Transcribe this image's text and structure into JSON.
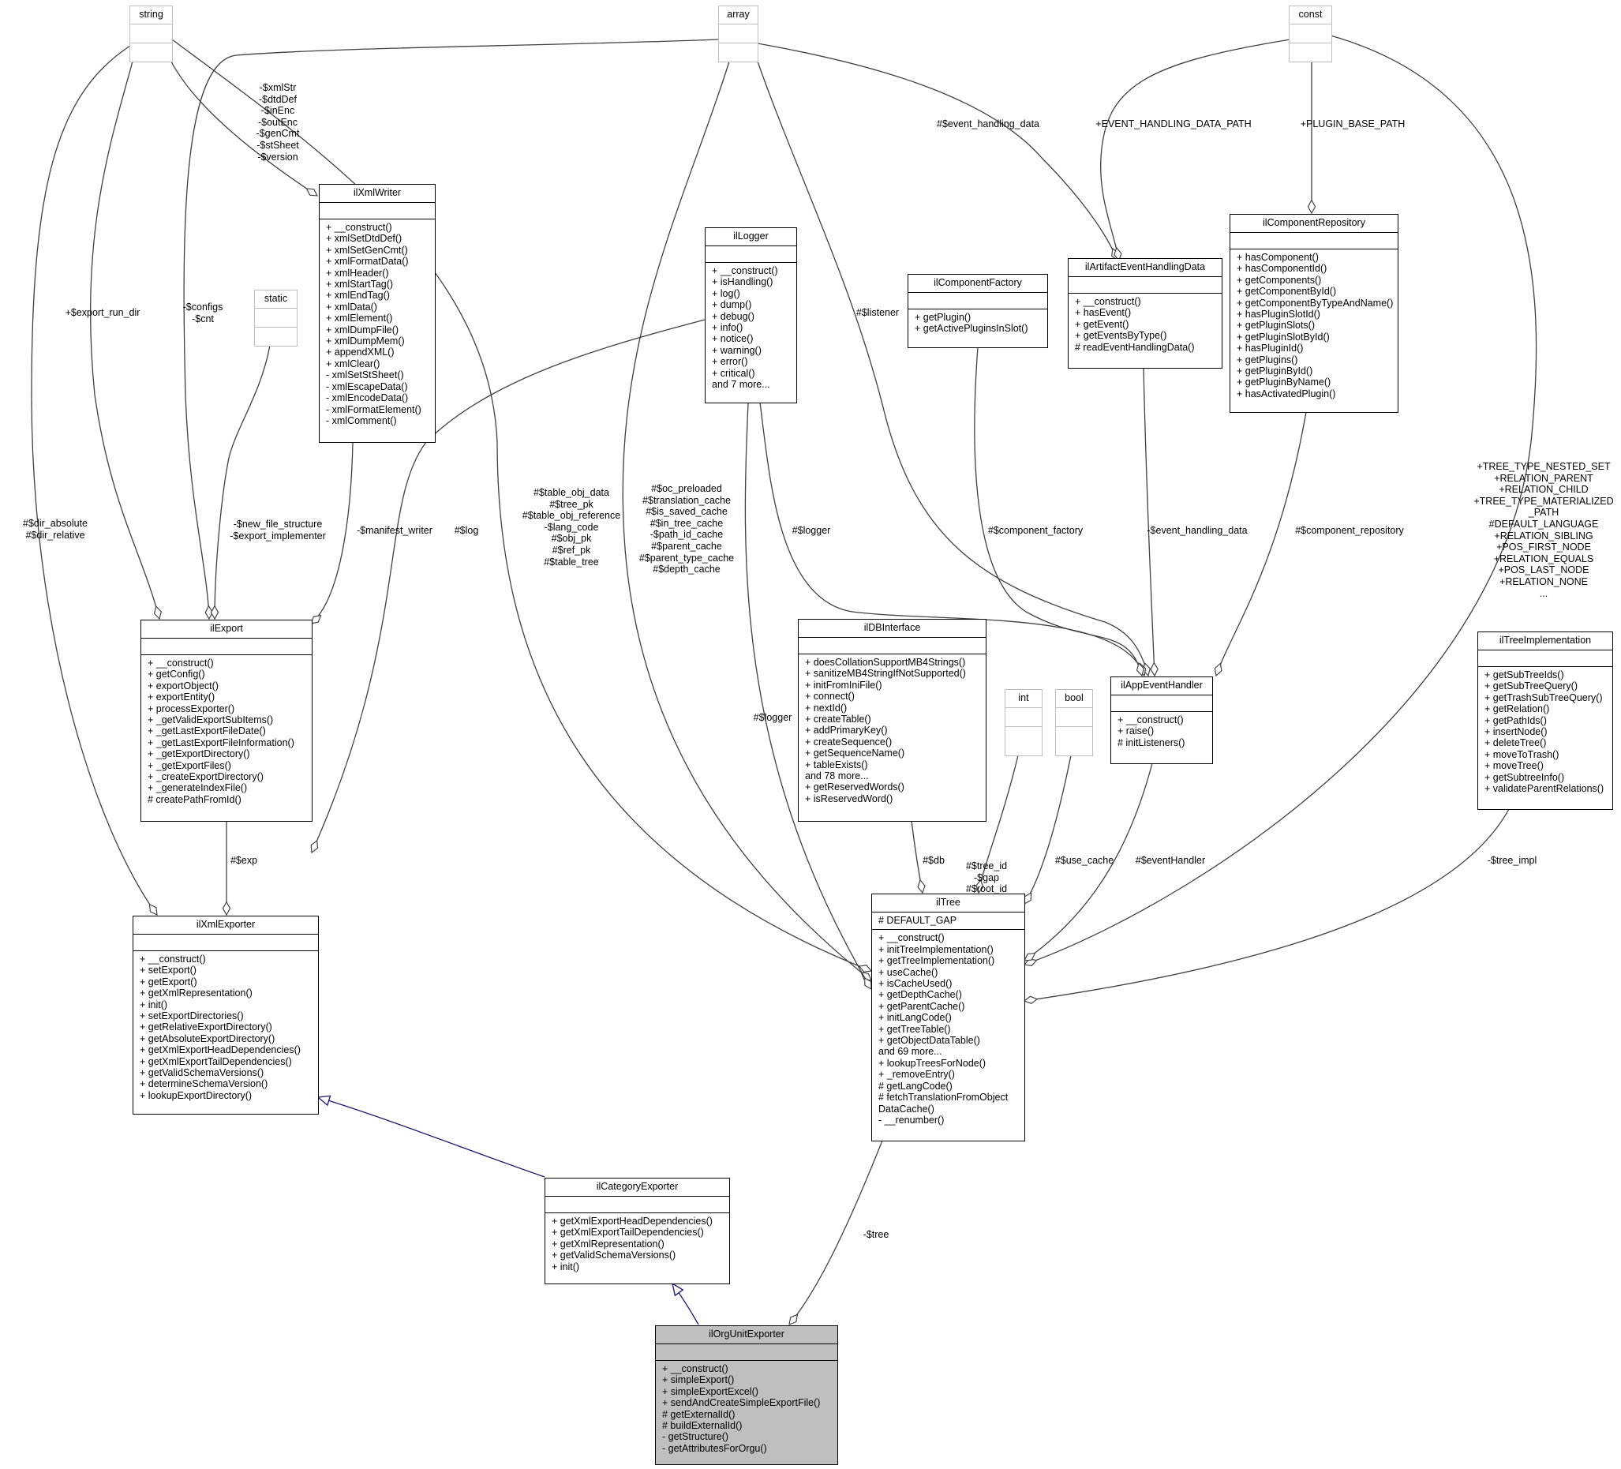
{
  "classes": [
    {
      "id": "string",
      "name": "string",
      "faint": true,
      "sections": [
        [],
        []
      ]
    },
    {
      "id": "array",
      "name": "array",
      "faint": true,
      "sections": [
        [],
        []
      ]
    },
    {
      "id": "const",
      "name": "const",
      "faint": true,
      "sections": [
        [],
        []
      ]
    },
    {
      "id": "static",
      "name": "static",
      "faint": true,
      "sections": [
        [],
        []
      ]
    },
    {
      "id": "int",
      "name": "int",
      "faint": true,
      "sections": [
        [],
        []
      ]
    },
    {
      "id": "bool",
      "name": "bool",
      "faint": true,
      "sections": [
        [],
        []
      ]
    },
    {
      "id": "ilXmlWriter",
      "name": "ilXmlWriter",
      "sections": [
        [],
        [
          "+ __construct()",
          "+ xmlSetDtdDef()",
          "+ xmlSetGenCmt()",
          "+ xmlFormatData()",
          "+ xmlHeader()",
          "+ xmlStartTag()",
          "+ xmlEndTag()",
          "+ xmlData()",
          "+ xmlElement()",
          "+ xmlDumpFile()",
          "+ xmlDumpMem()",
          "+ appendXML()",
          "+ xmlClear()",
          "- xmlSetStSheet()",
          "- xmlEscapeData()",
          "- xmlEncodeData()",
          "- xmlFormatElement()",
          "- xmlComment()"
        ]
      ]
    },
    {
      "id": "ilLogger",
      "name": "ilLogger",
      "sections": [
        [],
        [
          "+ __construct()",
          "+ isHandling()",
          "+ log()",
          "+ dump()",
          "+ debug()",
          "+ info()",
          "+ notice()",
          "+ warning()",
          "+ error()",
          "+ critical()",
          "and 7 more..."
        ]
      ]
    },
    {
      "id": "ilComponentFactory",
      "name": "ilComponentFactory",
      "sections": [
        [],
        [
          "+ getPlugin()",
          "+ getActivePluginsInSlot()"
        ]
      ]
    },
    {
      "id": "ilArtifactEventHandlingData",
      "name": "ilArtifactEventHandlingData",
      "sections": [
        [],
        [
          "+ __construct()",
          "+ hasEvent()",
          "+ getEvent()",
          "+ getEventsByType()",
          "# readEventHandlingData()"
        ]
      ]
    },
    {
      "id": "ilComponentRepository",
      "name": "ilComponentRepository",
      "sections": [
        [],
        [
          "+ hasComponent()",
          "+ hasComponentId()",
          "+ getComponents()",
          "+ getComponentById()",
          "+ getComponentByTypeAndName()",
          "+ hasPluginSlotId()",
          "+ getPluginSlots()",
          "+ getPluginSlotById()",
          "+ hasPluginId()",
          "+ getPlugins()",
          "+ getPluginById()",
          "+ getPluginByName()",
          "+ hasActivatedPlugin()"
        ]
      ]
    },
    {
      "id": "ilExport",
      "name": "ilExport",
      "sections": [
        [],
        [
          "+ __construct()",
          "+ getConfig()",
          "+ exportObject()",
          "+ exportEntity()",
          "+ processExporter()",
          "+ _getValidExportSubItems()",
          "+ _getLastExportFileDate()",
          "+ _getLastExportFileInformation()",
          "+ _getExportDirectory()",
          "+ _getExportFiles()",
          "+ _createExportDirectory()",
          "+ _generateIndexFile()",
          "# createPathFromId()"
        ]
      ]
    },
    {
      "id": "ilDBInterface",
      "name": "ilDBInterface",
      "sections": [
        [],
        [
          "+ doesCollationSupportMB4Strings()",
          "+ sanitizeMB4StringIfNotSupported()",
          "+ initFromIniFile()",
          "+ connect()",
          "+ nextId()",
          "+ createTable()",
          "+ addPrimaryKey()",
          "+ createSequence()",
          "+ getSequenceName()",
          "+ tableExists()",
          "and 78 more...",
          "+ getReservedWords()",
          "+ isReservedWord()"
        ]
      ]
    },
    {
      "id": "ilAppEventHandler",
      "name": "ilAppEventHandler",
      "sections": [
        [],
        [
          "+ __construct()",
          "+ raise()",
          "# initListeners()"
        ]
      ]
    },
    {
      "id": "ilTreeImplementation",
      "name": "ilTreeImplementation",
      "sections": [
        [],
        [
          "+ getSubTreeIds()",
          "+ getSubTreeQuery()",
          "+ getTrashSubTreeQuery()",
          "+ getRelation()",
          "+ getPathIds()",
          "+ insertNode()",
          "+ deleteTree()",
          "+ moveToTrash()",
          "+ moveTree()",
          "+ getSubtreeInfo()",
          "+ validateParentRelations()"
        ]
      ]
    },
    {
      "id": "ilXmlExporter",
      "name": "ilXmlExporter",
      "sections": [
        [],
        [
          "+ __construct()",
          "+ setExport()",
          "+ getExport()",
          "+ getXmlRepresentation()",
          "+ init()",
          "+ setExportDirectories()",
          "+ getRelativeExportDirectory()",
          "+ getAbsoluteExportDirectory()",
          "+ getXmlExportHeadDependencies()",
          "+ getXmlExportTailDependencies()",
          "+ getValidSchemaVersions()",
          "+ determineSchemaVersion()",
          "+ lookupExportDirectory()"
        ]
      ]
    },
    {
      "id": "ilTree",
      "name": "ilTree",
      "sections": [
        [
          "# DEFAULT_GAP"
        ],
        [
          "+ __construct()",
          "+ initTreeImplementation()",
          "+ getTreeImplementation()",
          "+ useCache()",
          "+ isCacheUsed()",
          "+ getDepthCache()",
          "+ getParentCache()",
          "+ initLangCode()",
          "+ getTreeTable()",
          "+ getObjectDataTable()",
          "and 69 more...",
          "+ lookupTreesForNode()",
          "+ _removeEntry()",
          "# getLangCode()",
          "# fetchTranslationFromObject",
          "DataCache()",
          "- __renumber()"
        ]
      ]
    },
    {
      "id": "ilCategoryExporter",
      "name": "ilCategoryExporter",
      "sections": [
        [],
        [
          "+ getXmlExportHeadDependencies()",
          "+ getXmlExportTailDependencies()",
          "+ getXmlRepresentation()",
          "+ getValidSchemaVersions()",
          "+ init()"
        ]
      ]
    },
    {
      "id": "ilOrgUnitExporter",
      "name": "ilOrgUnitExporter",
      "focus": true,
      "sections": [
        [],
        [
          "+ __construct()",
          "+ simpleExport()",
          "+ simpleExportExcel()",
          "+ sendAndCreateSimpleExportFile()",
          "# getExternalId()",
          "# buildExternalId()",
          "- getStructure()",
          "- getAttributesForOrgu()"
        ]
      ]
    }
  ],
  "edge_labels": [
    {
      "id": "xmlwriter_string",
      "lines": [
        "-$xmlStr",
        "-$dtdDef",
        "-$inEnc",
        "-$outEnc",
        "-$genCmt",
        "-$stSheet",
        "-$version"
      ]
    },
    {
      "id": "export_run_dir",
      "lines": [
        "+$export_run_dir"
      ]
    },
    {
      "id": "configs",
      "lines": [
        "-$configs",
        "-$cnt"
      ]
    },
    {
      "id": "new_file",
      "lines": [
        "-$new_file_structure",
        "-$export_implementer"
      ]
    },
    {
      "id": "manifest",
      "lines": [
        "-$manifest_writer"
      ]
    },
    {
      "id": "dir",
      "lines": [
        "#$dir_absolute",
        "#$dir_relative"
      ]
    },
    {
      "id": "log",
      "lines": [
        "#$log"
      ]
    },
    {
      "id": "exp",
      "lines": [
        "#$exp"
      ]
    },
    {
      "id": "table_obj",
      "lines": [
        "#$table_obj_data",
        "#$tree_pk",
        "#$table_obj_reference",
        "-$lang_code",
        "#$obj_pk",
        "#$ref_pk",
        "#$table_tree"
      ]
    },
    {
      "id": "caches",
      "lines": [
        "#$oc_preloaded",
        "#$translation_cache",
        "#$is_saved_cache",
        "#$in_tree_cache",
        "-$path_id_cache",
        "#$parent_cache",
        "#$parent_type_cache",
        "#$depth_cache"
      ]
    },
    {
      "id": "logger_tree",
      "lines": [
        "#$logger"
      ]
    },
    {
      "id": "logger_app",
      "lines": [
        "#$logger"
      ]
    },
    {
      "id": "listener",
      "lines": [
        "#$listener"
      ]
    },
    {
      "id": "event_handling_data_hash",
      "lines": [
        "#$event_handling_data"
      ]
    },
    {
      "id": "event_path",
      "lines": [
        "+EVENT_HANDLING_DATA_PATH"
      ]
    },
    {
      "id": "plugin_path",
      "lines": [
        "+PLUGIN_BASE_PATH"
      ]
    },
    {
      "id": "component_factory",
      "lines": [
        "#$component_factory"
      ]
    },
    {
      "id": "event_handling_data",
      "lines": [
        "-$event_handling_data"
      ]
    },
    {
      "id": "component_repository",
      "lines": [
        "#$component_repository"
      ]
    },
    {
      "id": "tree_consts",
      "lines": [
        "+TREE_TYPE_NESTED_SET",
        "+RELATION_PARENT",
        "+RELATION_CHILD",
        "+TREE_TYPE_MATERIALIZED",
        "_PATH",
        "#DEFAULT_LANGUAGE",
        "+RELATION_SIBLING",
        "+POS_FIRST_NODE",
        "+RELATION_EQUALS",
        "+POS_LAST_NODE",
        "+RELATION_NONE",
        "..."
      ]
    },
    {
      "id": "tree_id",
      "lines": [
        "#$tree_id",
        "-$gap",
        "#$root_id"
      ]
    },
    {
      "id": "use_cache",
      "lines": [
        "#$use_cache"
      ]
    },
    {
      "id": "db",
      "lines": [
        "#$db"
      ]
    },
    {
      "id": "event_handler",
      "lines": [
        "#$eventHandler"
      ]
    },
    {
      "id": "tree_impl",
      "lines": [
        "-$tree_impl"
      ]
    },
    {
      "id": "tree",
      "lines": [
        "-$tree"
      ]
    }
  ]
}
